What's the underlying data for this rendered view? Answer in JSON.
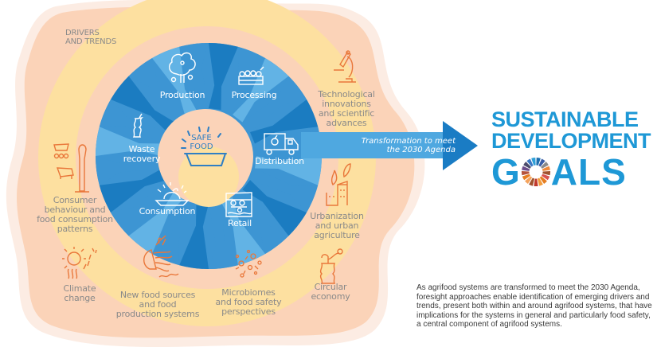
{
  "drivers_title": [
    "DRIVERS",
    "AND TRENDS"
  ],
  "center": {
    "label": [
      "SAFE",
      "FOOD"
    ]
  },
  "stages": [
    {
      "id": "production",
      "label": [
        "Production"
      ],
      "icon": "tree-icon"
    },
    {
      "id": "processing",
      "label": [
        "Processing"
      ],
      "icon": "crate-icon"
    },
    {
      "id": "distribution",
      "label": [
        "Distribution"
      ],
      "icon": "truck-icon"
    },
    {
      "id": "retail",
      "label": [
        "Retail"
      ],
      "icon": "market-stall-icon"
    },
    {
      "id": "consumption",
      "label": [
        "Consumption"
      ],
      "icon": "plate-icon"
    },
    {
      "id": "waste-recovery",
      "label": [
        "Waste",
        "recovery"
      ],
      "icon": "apple-core-icon"
    }
  ],
  "drivers": [
    {
      "id": "technology",
      "label": [
        "Technological",
        "innovations",
        "and scientific",
        "advances"
      ],
      "icon": "microscope-icon"
    },
    {
      "id": "urbanization",
      "label": [
        "Urbanization",
        "and urban",
        "agriculture"
      ],
      "icon": "buildings-icon"
    },
    {
      "id": "circular",
      "label": [
        "Circular",
        "economy"
      ],
      "icon": "plant-pot-icon"
    },
    {
      "id": "microbiomes",
      "label": [
        "Microbiomes",
        "and food safety",
        "perspectives"
      ],
      "icon": "microbes-icon"
    },
    {
      "id": "new-food",
      "label": [
        "New food sources",
        "and food",
        "production systems"
      ],
      "icon": "jellyfish-icon"
    },
    {
      "id": "climate",
      "label": [
        "Climate",
        "change"
      ],
      "icon": "sun-heat-icon"
    },
    {
      "id": "consumer",
      "label": [
        "Consumer",
        "behaviour and",
        "food consumption",
        "patterns"
      ],
      "icon": "shopping-cart-icon"
    }
  ],
  "arrow": {
    "label": [
      "Transformation to meet",
      "the 2030 Agenda"
    ]
  },
  "sdg": {
    "line1": "SUSTAINABLE",
    "line2": "DEVELOPMENT",
    "line3_pre": "G",
    "line3_post": "ALS"
  },
  "caption": "As agrifood systems are transformed to meet the 2030 Agenda, foresight approaches enable identification of emerging drivers and trends, present both within and around agrifood systems, that have implications for the systems in general and particularly food safety, a central component of agrifood systems.",
  "colors": {
    "blob_outer": "#fbe9df",
    "blob": "#fbd3b8",
    "ring": "#fde0a0",
    "wheel_dark": "#1b7cc1",
    "wheel_mid": "#3d95d3",
    "wheel_light": "#62b3e5",
    "icon_orange": "#e9773a",
    "sdg_blue": "#1e98d6",
    "sdg_wheel": [
      "#e5243b",
      "#dda63a",
      "#4c9f38",
      "#c5192d",
      "#ff3a21",
      "#26bde2",
      "#fcc30b",
      "#a21942",
      "#fd6925",
      "#dd1367",
      "#fd9d24",
      "#bf8b2e",
      "#3f7e44",
      "#0a97d9",
      "#56c02b",
      "#00689d",
      "#19486a"
    ]
  }
}
